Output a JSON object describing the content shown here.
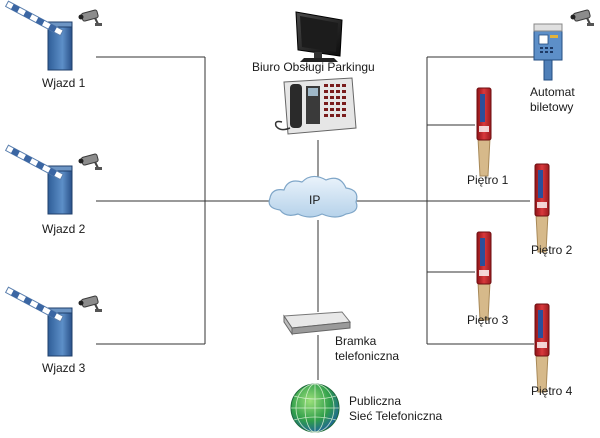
{
  "gates": [
    {
      "label": "Wjazd 1"
    },
    {
      "label": "Wjazd 2"
    },
    {
      "label": "Wjazd 3"
    }
  ],
  "center": {
    "office_label": "Biuro Obsługi Parkingu",
    "network_label": "IP",
    "gateway_label_line1": "Bramka",
    "gateway_label_line2": "telefoniczna",
    "pstn_label_line1": "Publiczna",
    "pstn_label_line2": "Sieć Telefoniczna"
  },
  "ticket_machine": {
    "label_line1": "Automat",
    "label_line2": "biletowy"
  },
  "floors": [
    {
      "label": "Piętro 1"
    },
    {
      "label": "Piętro 2"
    },
    {
      "label": "Piętro 3"
    },
    {
      "label": "Piętro 4"
    }
  ],
  "colors": {
    "line": "#333333",
    "cloud": "#cfe3f4",
    "barrier_body": "#3d6ea8",
    "intercom_red": "#c8262a",
    "intercom_blue": "#2a4f9a",
    "pole": "#d6b98a",
    "globe": "#2f9e4a"
  },
  "icons": [
    "barrier-gate-icon",
    "camera-icon",
    "monitor-icon",
    "desk-phone-icon",
    "cloud-icon",
    "gateway-icon",
    "globe-icon",
    "ticket-machine-icon",
    "intercom-icon"
  ]
}
